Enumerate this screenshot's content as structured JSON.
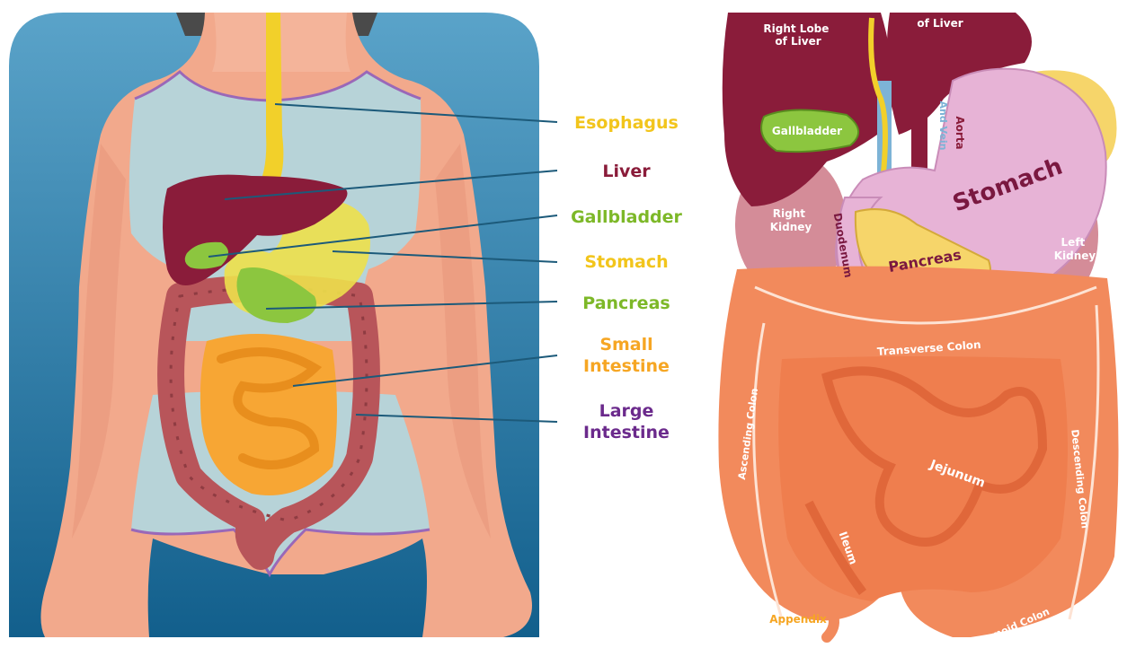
{
  "left_panel": {
    "callouts": [
      {
        "id": "esophagus",
        "text": [
          "Esophagus"
        ],
        "color": "#f2c51c"
      },
      {
        "id": "liver",
        "text": [
          "Liver"
        ],
        "color": "#8a1c3a"
      },
      {
        "id": "gallbladder",
        "text": [
          "Gallbladder"
        ],
        "color": "#7db828"
      },
      {
        "id": "stomach",
        "text": [
          "Stomach"
        ],
        "color": "#f2c51c"
      },
      {
        "id": "pancreas",
        "text": [
          "Pancreas"
        ],
        "color": "#7db828"
      },
      {
        "id": "small-intestine",
        "text": [
          "Small",
          "Intestine"
        ],
        "color": "#f6a623"
      },
      {
        "id": "large-intestine",
        "text": [
          "Large",
          "Intestine"
        ],
        "color": "#6b2a8c"
      }
    ]
  },
  "right_panel": {
    "labels": {
      "right_lobe": [
        "Right Lobe",
        "of Liver"
      ],
      "left_lobe": "of Liver",
      "gallbladder": "Gallbladder",
      "aorta": "Aorta",
      "and_vein": "And Vein",
      "stomach": "Stomach",
      "right_kidney": [
        "Right",
        "Kidney"
      ],
      "left_kidney": [
        "Left",
        "Kidney"
      ],
      "duodenum": "Duodenum",
      "pancreas": "Pancreas",
      "transverse_colon": "Transverse Colon",
      "ascending_colon": "Ascending Colon",
      "descending_colon": "Descending Colon",
      "jejunum": "Jejunum",
      "ileum": "Ileum",
      "appendix": "Appendix",
      "sigmoid_colon": "Sigmoid Colon"
    }
  },
  "colors": {
    "background_blue": "#2b7fae",
    "skin": "#f2a98c",
    "tank_top": "#b7d3d8",
    "liver": "#8a1c3a",
    "gallbladder": "#8cc63f",
    "stomach_pink": "#e7b3d6",
    "intestine": "#f28a5c",
    "large_intestine_dark": "#b8555a",
    "small_intestine": "#f7a634",
    "pointer_line": "#1c5a7a"
  }
}
